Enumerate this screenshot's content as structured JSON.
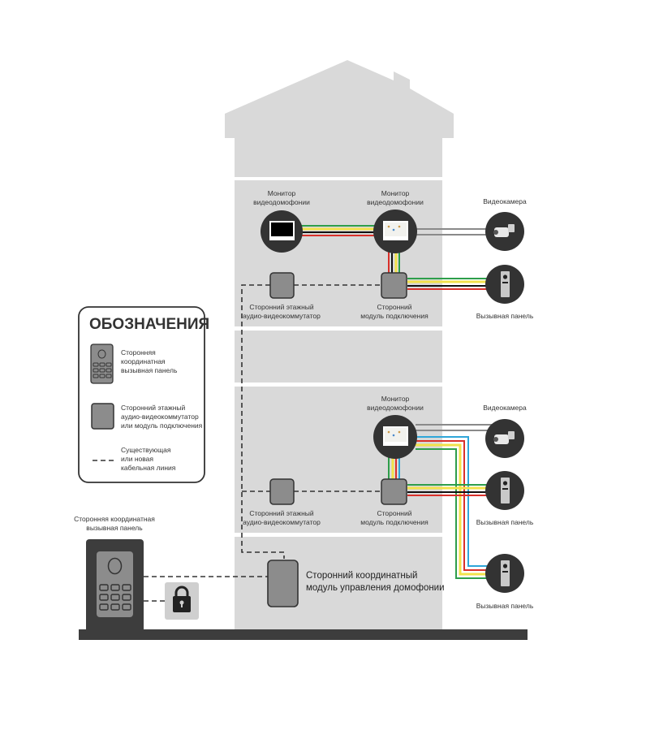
{
  "colors": {
    "building": "#d9d9d9",
    "floor_gap": "#ffffff",
    "ground": "#3d3d3d",
    "device_circle": "#333333",
    "module_fill": "#8c8c8c",
    "module_stroke": "#333333",
    "wire_green": "#2e9e4a",
    "wire_yellow": "#f2e24a",
    "wire_black": "#111111",
    "wire_red": "#d9302a",
    "wire_blue": "#2fa6d9",
    "wire_gray": "#8a8a8a",
    "dashed_line": "#333333",
    "lock_bg": "#cfcfcf"
  },
  "legend": {
    "title": "ОБОЗНАЧЕНИЯ",
    "items": [
      {
        "icon": "keypad-panel-icon",
        "lines": [
          "Сторонняя",
          "координатная",
          "вызывная панель"
        ]
      },
      {
        "icon": "module-box-icon",
        "lines": [
          "Сторонний этажный",
          "аудио-видеокоммутатор",
          "или модуль подключения"
        ]
      },
      {
        "icon": "dashed-line-icon",
        "lines": [
          "Существующая",
          "или новая",
          "кабельная линия"
        ]
      }
    ]
  },
  "floor_top": {
    "monitor_left": {
      "icon": "monitor-icon",
      "label": [
        "Монитор",
        "видеодомофонии"
      ]
    },
    "monitor_right": {
      "icon": "monitor-icon",
      "label": [
        "Монитор",
        "видеодомофонии"
      ]
    },
    "camera": {
      "icon": "camera-icon",
      "label": [
        "Видеокамера"
      ]
    },
    "call_panel": {
      "icon": "call-panel-icon",
      "label": [
        "Вызывная панель"
      ]
    },
    "switch": {
      "label": [
        "Сторонний этажный",
        "аудио-видеокоммутатор"
      ]
    },
    "module": {
      "label": [
        "Сторонний",
        "модуль подключения"
      ]
    }
  },
  "floor_bottom": {
    "monitor": {
      "icon": "monitor-icon",
      "label": [
        "Монитор",
        "видеодомофонии"
      ]
    },
    "camera": {
      "icon": "camera-icon",
      "label": [
        "Видеокамера"
      ]
    },
    "call_panel": {
      "icon": "call-panel-icon",
      "label": [
        "Вызывная панель"
      ]
    },
    "call_panel_2": {
      "icon": "call-panel-icon",
      "label": [
        "Вызывная панель"
      ]
    },
    "switch": {
      "label": [
        "Сторонний этажный",
        "аудио-видеокоммутатор"
      ]
    },
    "module": {
      "label": [
        "Сторонний",
        "модуль подключения"
      ]
    }
  },
  "ground_floor": {
    "control_module": {
      "label": [
        "Сторонний координатный",
        "модуль управления домофонии"
      ]
    },
    "entry_panel": {
      "label": [
        "Сторонняя координатная",
        "вызывная панель"
      ]
    },
    "lock": {
      "icon": "lock-icon"
    }
  }
}
